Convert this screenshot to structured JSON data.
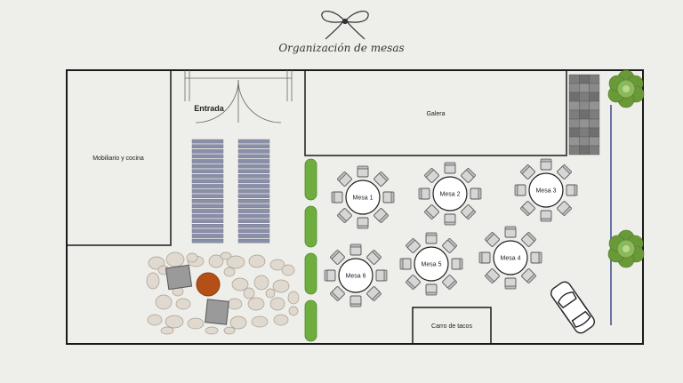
{
  "title": "Organización de mesas",
  "rooms": {
    "kitchen": "Mobiliario y cocina",
    "gallery": "Galera",
    "entrance": "Entrada",
    "taco_cart": "Carro de tacos"
  },
  "tables": [
    {
      "label": "Mesa 1",
      "chairs": 8
    },
    {
      "label": "Mesa 2",
      "chairs": 8
    },
    {
      "label": "Mesa 3",
      "chairs": 8
    },
    {
      "label": "Mesa 4",
      "chairs": 8
    },
    {
      "label": "Mesa 5",
      "chairs": 8
    },
    {
      "label": "Mesa 6",
      "chairs": 8
    }
  ],
  "colors": {
    "walls": "#1a1a1a",
    "benches": "#8a8fa8",
    "hedge": "#6fae3e",
    "fire_pit": "#b54f18",
    "pavers": "#8a8a8a",
    "trees": "#6a9a38",
    "fence": "#3a4a8a"
  },
  "icons": [
    "bow-icon",
    "tree-icon",
    "car-icon",
    "chair-icon",
    "stone-icon",
    "fire-pit-icon",
    "bench-icon",
    "hedge-icon"
  ]
}
